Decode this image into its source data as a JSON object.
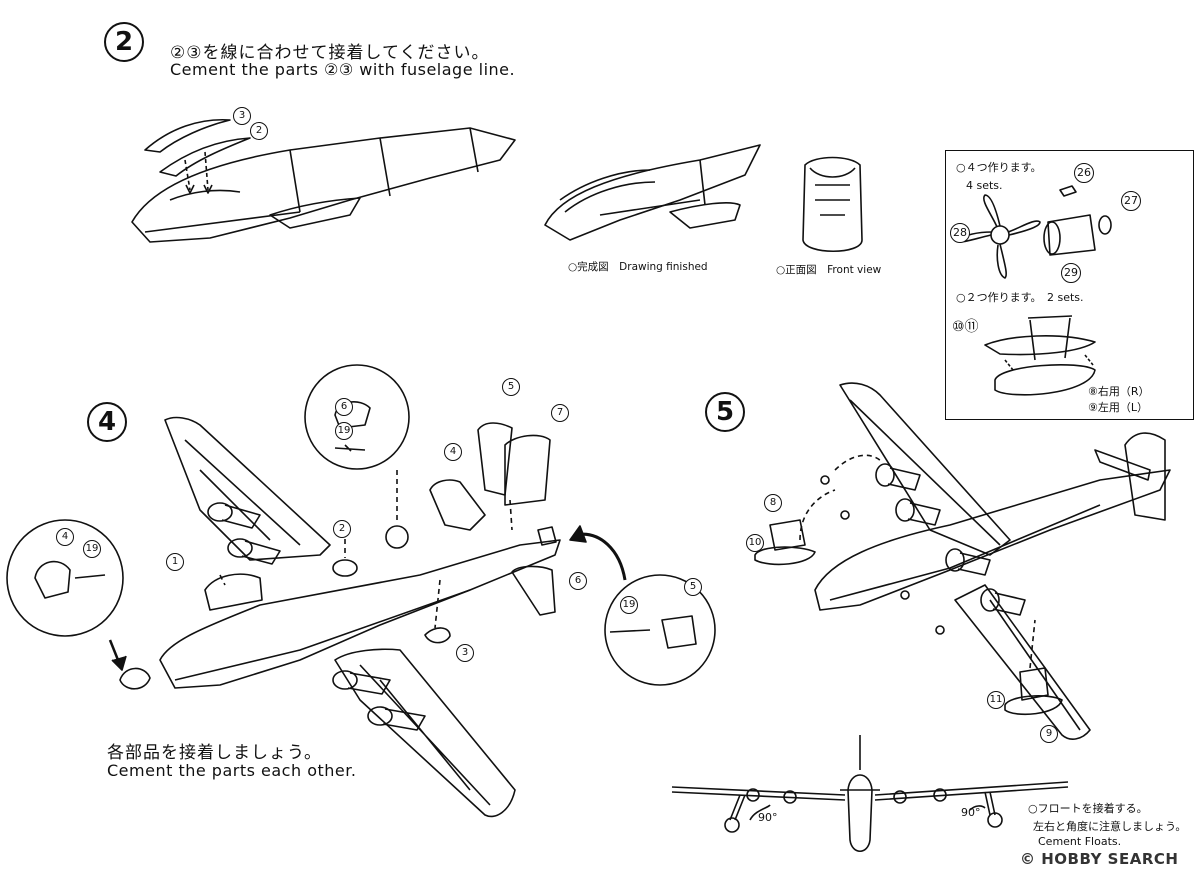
{
  "step2": {
    "number": "2",
    "instruction_jp": "②③を線に合わせて接着してください。",
    "instruction_en": "Cement the parts ②③ with fuselage line.",
    "part_labels": [
      "3",
      "2"
    ],
    "caption_finished": "○完成図　Drawing finished",
    "caption_front": "○正面図　Front view"
  },
  "inset": {
    "note1_jp": "○４つ作ります。",
    "note1_en": "4 sets.",
    "note2": "○２つ作ります。　2 sets.",
    "parts_prop": [
      "26",
      "27",
      "28",
      "29"
    ],
    "parts_float": "⑩⑪",
    "right_label": "⑧右用（R）",
    "left_label": "⑨左用（L）"
  },
  "step4": {
    "number": "4",
    "instruction_jp": "各部品を接着しましょう。",
    "instruction_en": "Cement the parts each other.",
    "part_labels": [
      "1",
      "2",
      "3",
      "4",
      "5",
      "6",
      "7",
      "19"
    ]
  },
  "step5": {
    "number": "5",
    "part_labels": [
      "8",
      "9",
      "10",
      "11"
    ],
    "angle_left": "90°",
    "angle_right": "90°",
    "float_note_jp1": "○フロートを接着する。",
    "float_note_jp2": "左右と角度に注意しましょう。",
    "float_note_en": "Cement Floats."
  },
  "watermark": "© HOBBY SEARCH"
}
